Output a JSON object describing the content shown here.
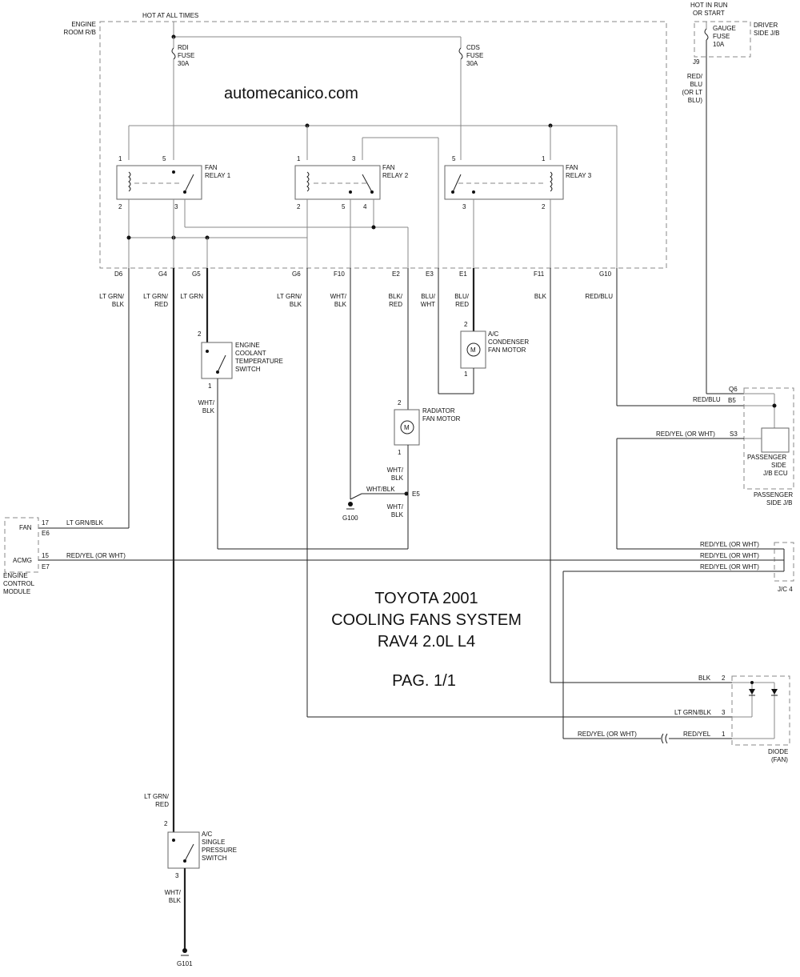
{
  "watermark": "automecanico.com",
  "title": {
    "line1": "TOYOTA 2001",
    "line2": "COOLING FANS SYSTEM",
    "line3": "RAV4 2.0L L4",
    "page": "PAG. 1/1"
  },
  "labels": {
    "hot_at_all_times": "HOT AT ALL TIMES",
    "engine_room_1": "ENGINE",
    "engine_room_2": "ROOM R/B",
    "hot_in_run_1": "HOT IN RUN",
    "hot_in_run_2": "OR START",
    "driver_side_1": "DRIVER",
    "driver_side_2": "SIDE J/B",
    "rdi_fuse_1": "RDI",
    "rdi_fuse_2": "FUSE",
    "rdi_fuse_3": "30A",
    "cds_fuse_1": "CDS",
    "cds_fuse_2": "FUSE",
    "cds_fuse_3": "30A",
    "gauge_fuse_1": "GAUGE",
    "gauge_fuse_2": "FUSE",
    "gauge_fuse_3": "10A",
    "fan_relay_1_a": "FAN",
    "fan_relay_1_b": "RELAY 1",
    "fan_relay_2_a": "FAN",
    "fan_relay_2_b": "RELAY 2",
    "fan_relay_3_a": "FAN",
    "fan_relay_3_b": "RELAY 3",
    "ect_1": "ENGINE",
    "ect_2": "COOLANT",
    "ect_3": "TEMPERATURE",
    "ect_4": "SWITCH",
    "acc_1": "A/C",
    "acc_2": "CONDENSER",
    "acc_3": "FAN MOTOR",
    "rad_1": "RADIATOR",
    "rad_2": "FAN MOTOR",
    "acps_1": "A/C",
    "acps_2": "SINGLE",
    "acps_3": "PRESSURE",
    "acps_4": "SWITCH",
    "ecm_1": "ENGINE",
    "ecm_2": "CONTROL",
    "ecm_3": "MODULE",
    "ecm_fan": "FAN",
    "ecm_acmg": "ACMG",
    "pass_ecu_1": "PASSENGER",
    "pass_ecu_2": "SIDE",
    "pass_ecu_3": "J/B ECU",
    "pass_jb_1": "PASSENGER",
    "pass_jb_2": "SIDE J/B",
    "jc4": "J/C 4",
    "diode_1": "DIODE",
    "diode_2": "(FAN)",
    "g100": "G100",
    "g101": "G101",
    "e5": "E5",
    "motor_m": "M"
  },
  "connectors": {
    "d6": "D6",
    "g4": "G4",
    "g5": "G5",
    "g6": "G6",
    "f10": "F10",
    "e2": "E2",
    "e3": "E3",
    "e1": "E1",
    "f11": "F11",
    "g10": "G10",
    "j9": "J9",
    "q6": "Q6",
    "b5": "B5",
    "s3": "S3",
    "e6": "E6",
    "e7": "E7"
  },
  "pins": {
    "r1_1": "1",
    "r1_5": "5",
    "r1_2": "2",
    "r1_3": "3",
    "r2_1": "1",
    "r2_3": "3",
    "r2_2": "2",
    "r2_5": "5",
    "r2_4": "4",
    "r3_5": "5",
    "r3_1": "1",
    "r3_3": "3",
    "r3_2": "2",
    "ect_2": "2",
    "ect_1": "1",
    "acc_2": "2",
    "acc_1": "1",
    "rad_2": "2",
    "rad_1": "1",
    "acps_2": "2",
    "acps_3": "3",
    "ecm_17": "17",
    "ecm_15": "15",
    "diode_2": "2",
    "diode_3": "3",
    "diode_1": "1"
  },
  "wires": {
    "d6_a": "LT GRN/",
    "d6_b": "BLK",
    "g4_a": "LT GRN/",
    "g4_b": "RED",
    "g5": "LT GRN",
    "g6_a": "LT GRN/",
    "g6_b": "BLK",
    "f10_a": "WHT/",
    "f10_b": "BLK",
    "e2_a": "BLK/",
    "e2_b": "RED",
    "e3_a": "BLU/",
    "e3_b": "WHT",
    "e1_a": "BLU/",
    "e1_b": "RED",
    "f11": "BLK",
    "g10": "RED/BLU",
    "j9_a": "RED/",
    "j9_b": "BLU",
    "j9_c": "(OR LT",
    "j9_d": "BLU)",
    "ect_out_a": "WHT/",
    "ect_out_b": "BLK",
    "rad_out_a": "WHT/",
    "rad_out_b": "BLK",
    "g100_wire": "WHT/BLK",
    "e5_out_a": "WHT/",
    "e5_out_b": "BLK",
    "ecm_fan": "LT GRN/BLK",
    "ecm_acmg": "RED/YEL (OR WHT)",
    "b5": "RED/BLU",
    "s3": "RED/YEL (OR WHT)",
    "jc4_1": "RED/YEL (OR WHT)",
    "jc4_2": "RED/YEL (OR WHT)",
    "jc4_3": "RED/YEL (OR WHT)",
    "diode_blk": "BLK",
    "diode_ltgrn": "LT GRN/BLK",
    "diode_redyel": "RED/YEL",
    "diode_redyel_long": "RED/YEL (OR WHT)",
    "acps_in_a": "LT GRN/",
    "acps_in_b": "RED",
    "acps_out_a": "WHT/",
    "acps_out_b": "BLK"
  },
  "colors": {
    "wire": "#222222",
    "box": "#666666",
    "dashed": "#888888",
    "background": "#ffffff"
  }
}
